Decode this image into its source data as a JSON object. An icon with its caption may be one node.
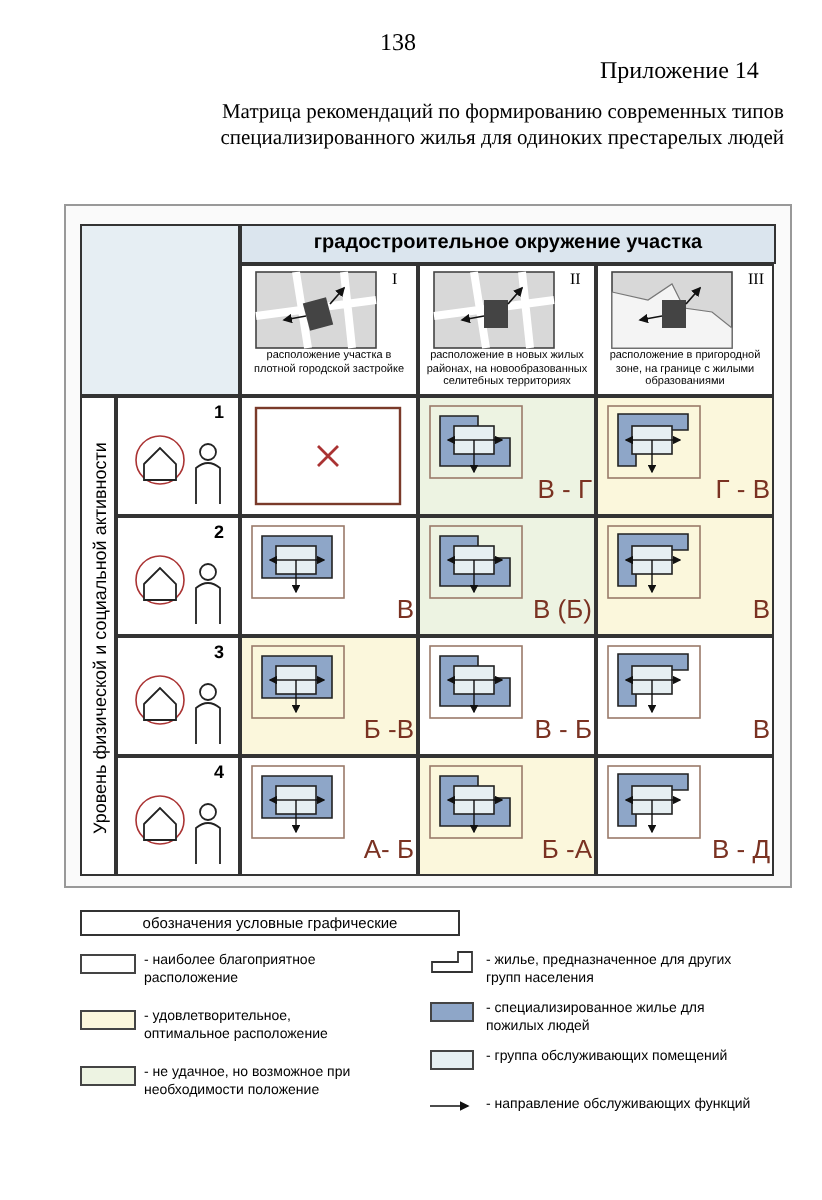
{
  "diagram": {
    "title": "Матрица рекомендаций по формированию современных типов специализированного жилья для одиноких престарелых людей",
    "labels": [
      "138",
      "Приложение 14",
      "градостроительное окружение участка",
      "I",
      "расположение участка в плотной городской застройке",
      "II",
      "расположение в новых жилых районах, на новообразованных селитебных территориях",
      "III",
      "расположение в пригородной зоне, на границе с жилыми образованиями",
      "Уровень физической и социальной активности",
      "1",
      "В - Г",
      "Г - В",
      "2",
      "В",
      "В (Б)",
      "В",
      "3",
      "Б -В",
      "В - Б",
      "В",
      "4",
      "А- Б",
      "Б -А",
      "В - Д",
      "обозначения условные графические"
    ],
    "legend": [
      {
        "text": "- наиболее благоприятное расположение",
        "color": "#ffffff"
      },
      {
        "text": "- удовлетворительное, оптимальное расположение",
        "color": "#fbf7dc"
      },
      {
        "text": "- не удачное, но возможное при необходимости положение",
        "color": "#edf3e2"
      },
      {
        "text": "- жилье, предназначенное для других групп населения"
      },
      {
        "text": "- специализированное жилье для пожилых людей",
        "color": "#8ea6c8"
      },
      {
        "text": "- группа обслуживающих помещений",
        "color": "#e6eff2"
      },
      {
        "text": "- направление обслуживающих функций"
      }
    ]
  }
}
